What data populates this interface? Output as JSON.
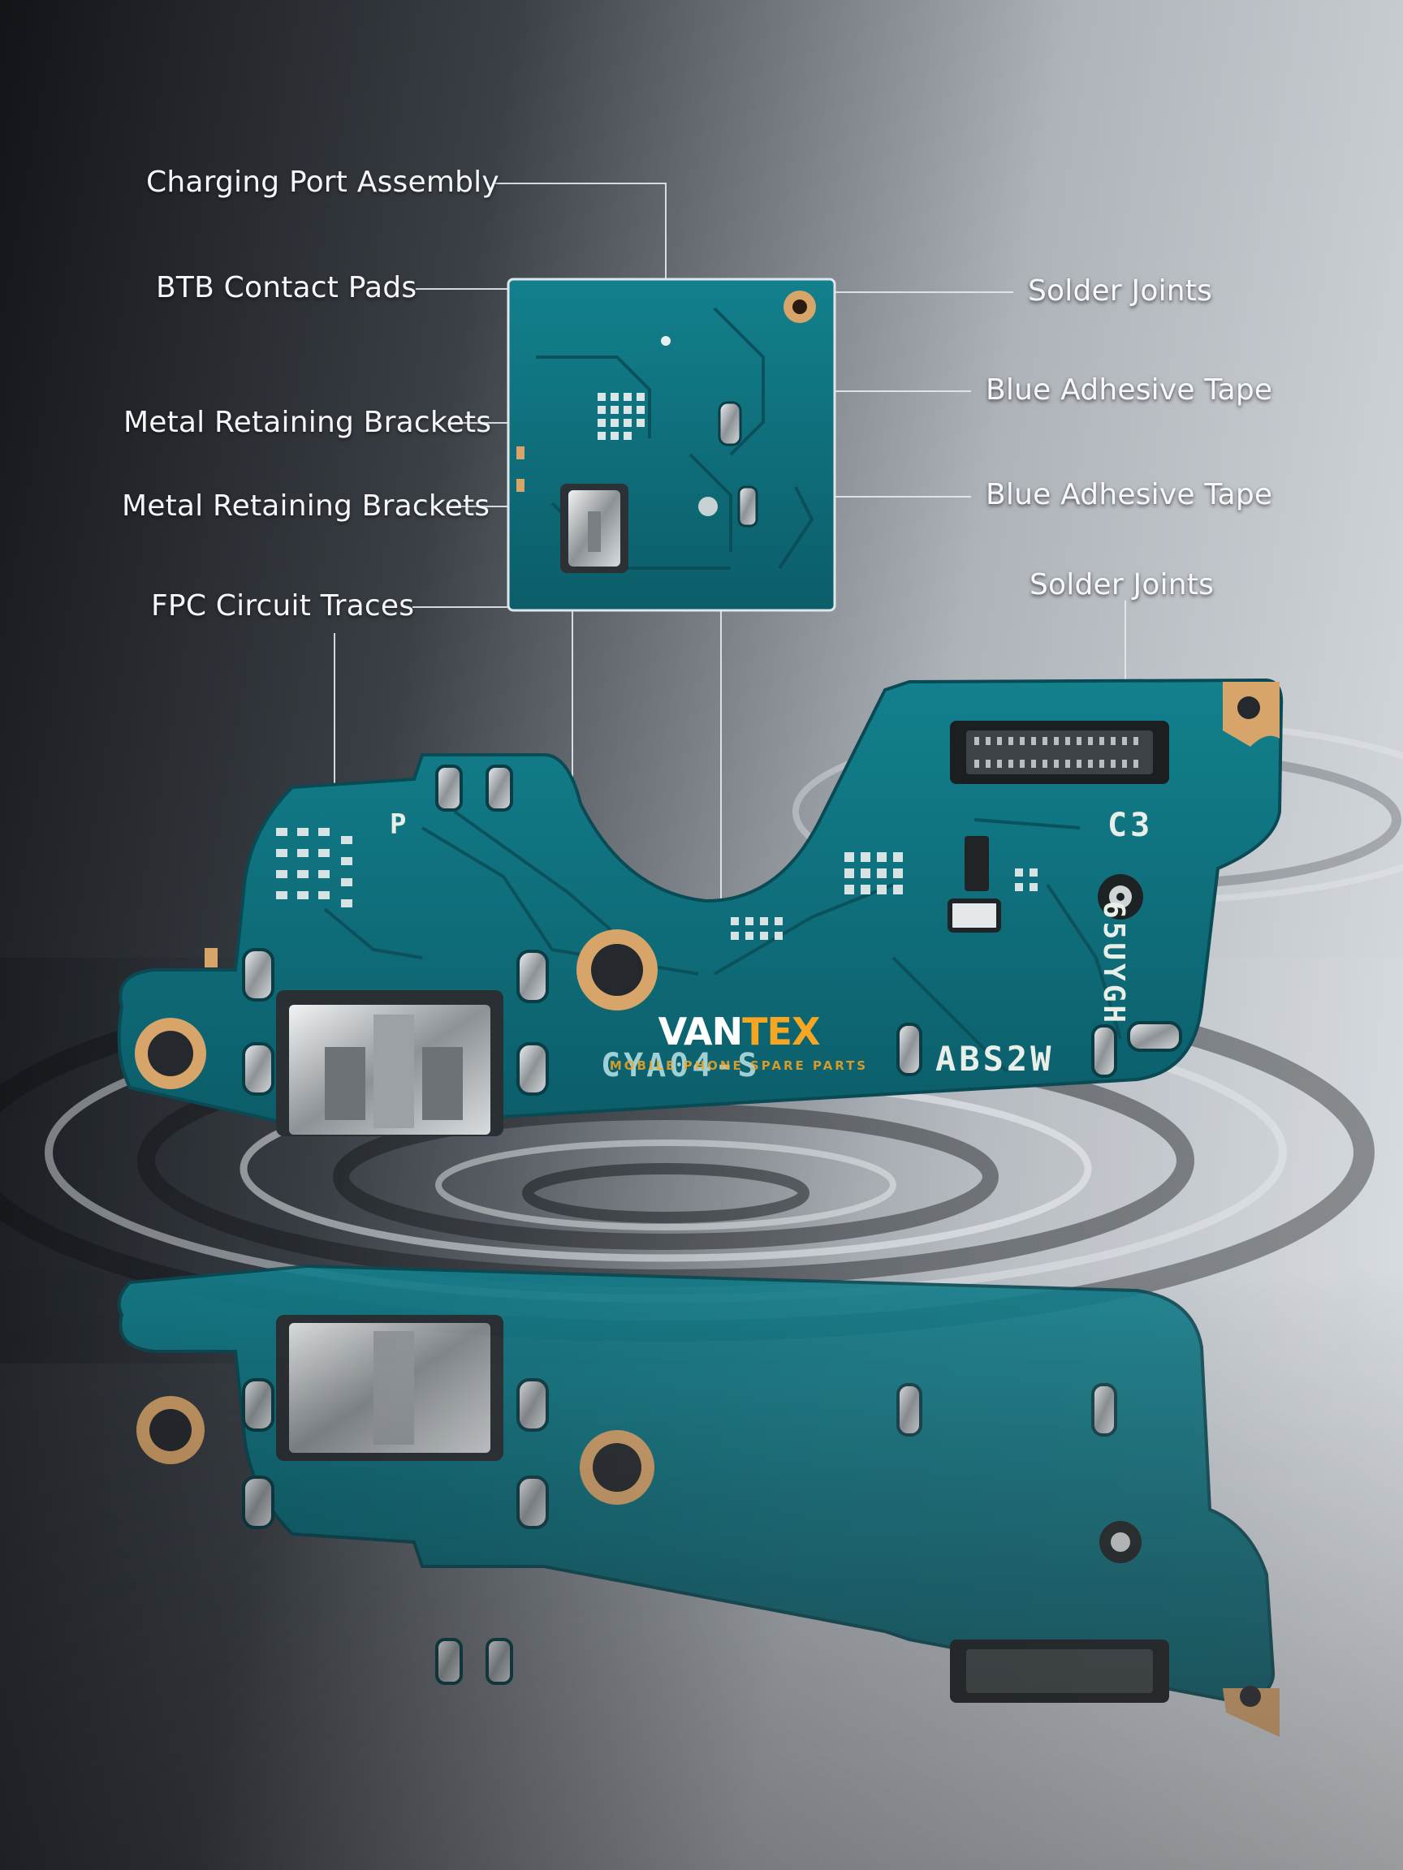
{
  "callouts": {
    "charging_port_assembly": "Charging Port Assembly",
    "btb_contact_pads": "BTB Contact Pads",
    "metal_retaining_brackets_1": "Metal Retaining Brackets",
    "metal_retaining_brackets_2": "Metal Retaining Brackets",
    "fpc_circuit_traces": "FPC Circuit Traces",
    "solder_joints_1": "Solder Joints",
    "blue_adhesive_tape_1": "Blue Adhesive Tape",
    "blue_adhesive_tape_2": "Blue Adhesive Tape",
    "solder_joints_2": "Solder Joints"
  },
  "board": {
    "silkscreen_p": "P",
    "silkscreen_c3": "C3",
    "silkscreen_part": "CYA04-S",
    "silkscreen_code": "ABS2W",
    "silkscreen_vertical": "65UYGH"
  },
  "logo": {
    "brand_left": "VAN",
    "brand_accent": "TEX",
    "tagline": "MOBILE PHONE SPARE PARTS"
  },
  "colors": {
    "pcb": "#0f6b78",
    "pcb_dark": "#0a4f5a",
    "gold": "#d7a46a",
    "accent": "#f5a623"
  }
}
